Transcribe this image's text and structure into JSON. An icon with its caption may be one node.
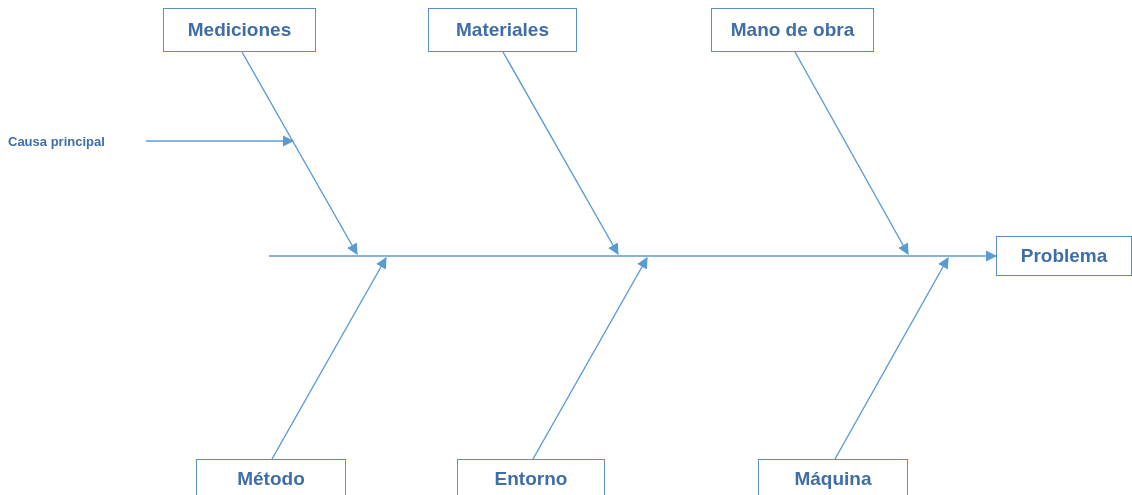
{
  "diagram": {
    "nodes": [
      {
        "text": [
          "Mediciones"
        ]
      },
      {
        "text": [
          "Materiales"
        ]
      },
      {
        "text": [
          "Mano de obra"
        ]
      },
      {
        "text": [
          "Causa principal"
        ]
      },
      {
        "text": [
          "Problema"
        ]
      },
      {
        "text": [
          "Método"
        ]
      },
      {
        "text": [
          "Entorno"
        ]
      },
      {
        "text": [
          "Máquina"
        ]
      }
    ],
    "edges": [
      {
        "from": null,
        "to": 4,
        "arrow": "to"
      },
      {
        "from": 0,
        "to": null,
        "arrow": "to"
      },
      {
        "from": 1,
        "to": null,
        "arrow": "to"
      },
      {
        "from": 2,
        "to": null,
        "arrow": "to"
      },
      {
        "from": 3,
        "to": null,
        "arrow": "to"
      },
      {
        "from": 5,
        "to": null,
        "arrow": "to"
      },
      {
        "from": 6,
        "to": null,
        "arrow": "to"
      },
      {
        "from": 7,
        "to": null,
        "arrow": "to"
      }
    ]
  }
}
